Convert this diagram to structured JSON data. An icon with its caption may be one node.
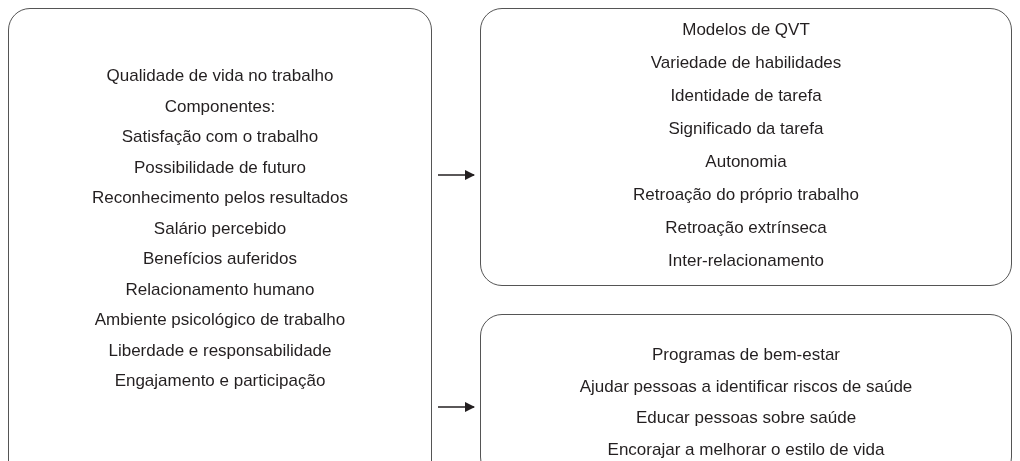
{
  "diagram": {
    "nodes": [
      {
        "text": [
          "Qualidade de vida no trabalho",
          "Componentes:",
          "Satisfação com o trabalho",
          "Possibilidade de futuro",
          "Reconhecimento pelos resultados",
          "Salário percebido",
          "Benefícios auferidos",
          "Relacionamento humano",
          "Ambiente psicológico de trabalho",
          "Liberdade e responsabilidade",
          "Engajamento e participação"
        ]
      },
      {
        "text": [
          "Modelos de QVT",
          "Variedade de habilidades",
          "Identidade de tarefa",
          "Significado da tarefa",
          "Autonomia",
          "Retroação do próprio trabalho",
          "Retroação extrínseca",
          "Inter-relacionamento"
        ]
      },
      {
        "text": [
          "Programas de bem-estar",
          "Ajudar pessoas a identificar riscos de saúde",
          "Educar pessoas sobre saúde",
          "Encorajar a melhorar o estilo de vida"
        ]
      }
    ],
    "edges": [
      {
        "from": 0,
        "to": 1,
        "arrow": "to"
      },
      {
        "from": 0,
        "to": 2,
        "arrow": "to"
      }
    ]
  }
}
